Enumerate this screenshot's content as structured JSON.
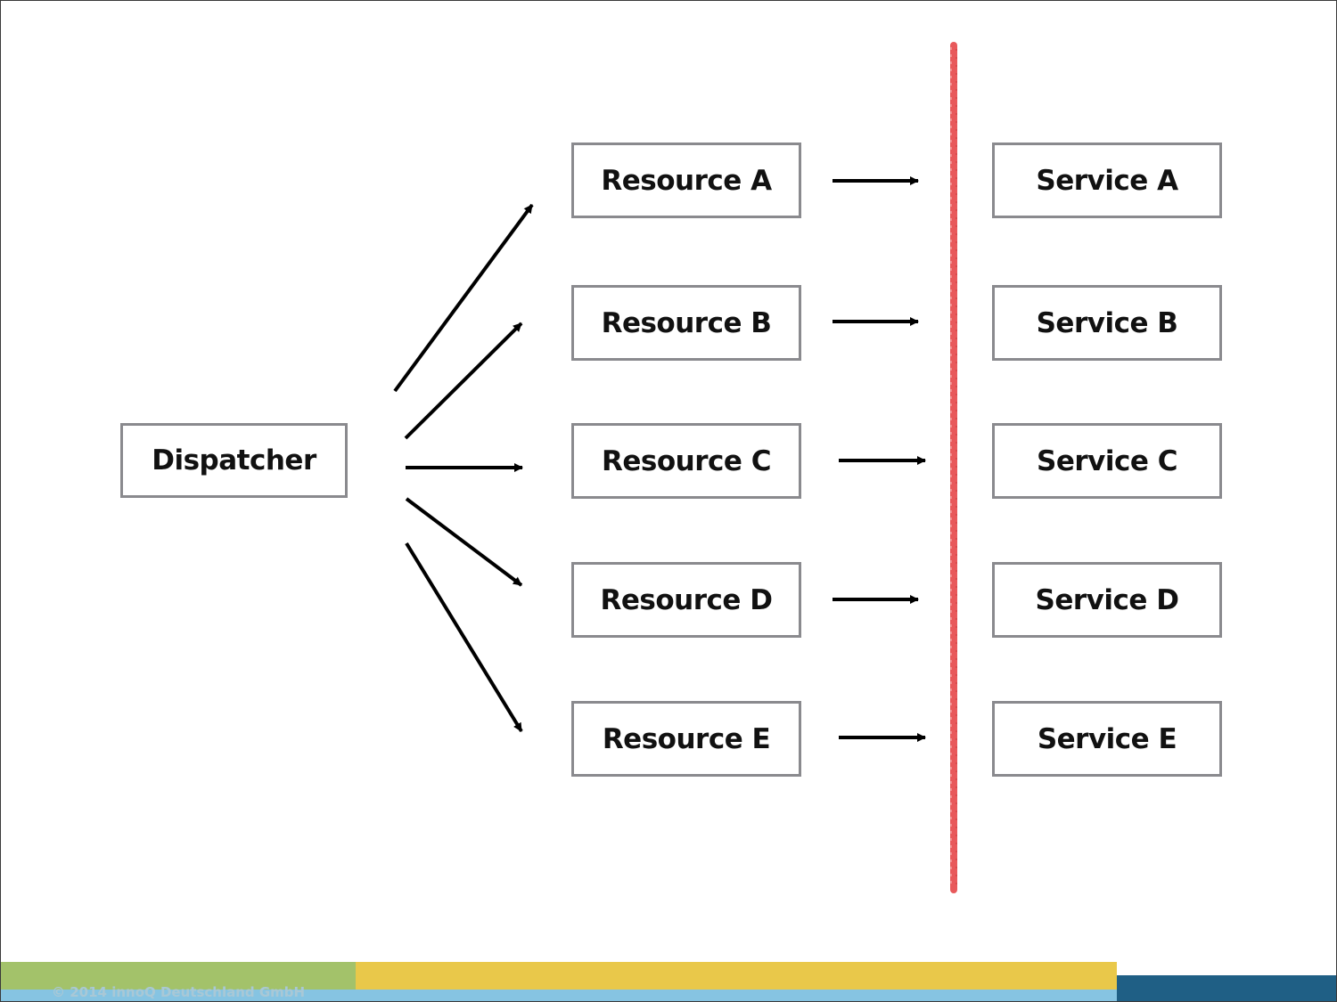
{
  "diagram": {
    "dispatcher": "Dispatcher",
    "resources": [
      "Resource A",
      "Resource B",
      "Resource C",
      "Resource D",
      "Resource E"
    ],
    "services": [
      "Service A",
      "Service B",
      "Service C",
      "Service D",
      "Service E"
    ],
    "boundary_color": "#e8595b",
    "box_border_color": "#8a8a8e"
  },
  "footer": {
    "copyright": "© 2014 innoQ Deutschland GmbH",
    "colors": {
      "green": "#a3c26a",
      "yellow": "#e9c84a",
      "light_blue": "#86c4e2",
      "dark_blue": "#1f5f85"
    }
  }
}
